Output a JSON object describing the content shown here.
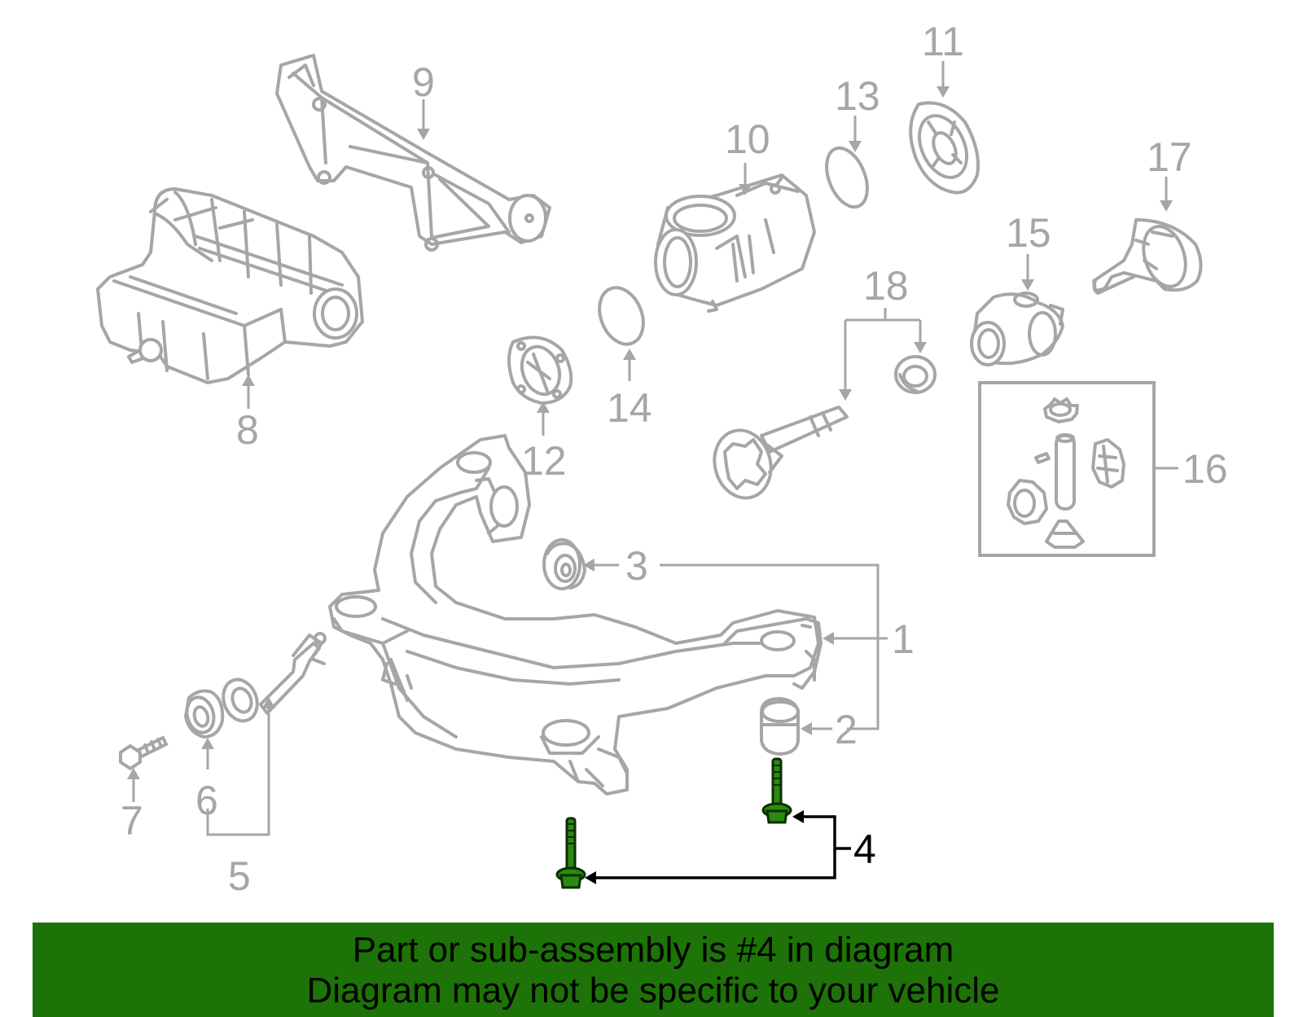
{
  "diagram": {
    "callouts": {
      "c1": "1",
      "c2": "2",
      "c3": "3",
      "c4": "4",
      "c5": "5",
      "c6": "6",
      "c7": "7",
      "c8": "8",
      "c9": "9",
      "c10": "10",
      "c11": "11",
      "c12": "12",
      "c13": "13",
      "c14": "14",
      "c15": "15",
      "c16": "16",
      "c17": "17",
      "c18": "18"
    },
    "highlight_part": "4"
  },
  "banner": {
    "line1": "Part or sub-assembly is #4 in diagram",
    "line2": "Diagram may not be specific to your vehicle"
  },
  "colors": {
    "line_grey": "#a6a6a6",
    "highlight_green": "#2a8a12",
    "banner_green": "#1d7307",
    "text_black": "#000000"
  }
}
